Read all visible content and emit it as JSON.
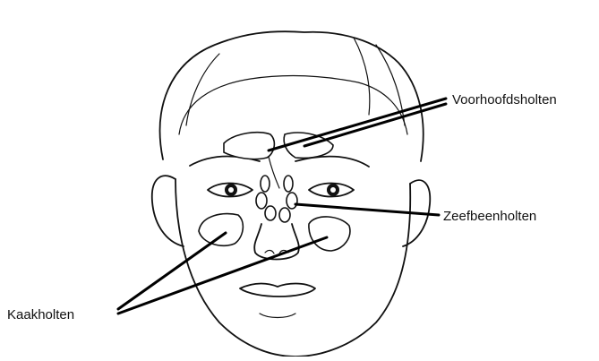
{
  "labels": {
    "frontal_sinus": "Voorhoofdsholten",
    "ethmoid_sinus": "Zeefbeenholten",
    "maxillary_sinus": "Kaakholten"
  },
  "colors": {
    "ink": "#111111",
    "background": "#ffffff"
  }
}
